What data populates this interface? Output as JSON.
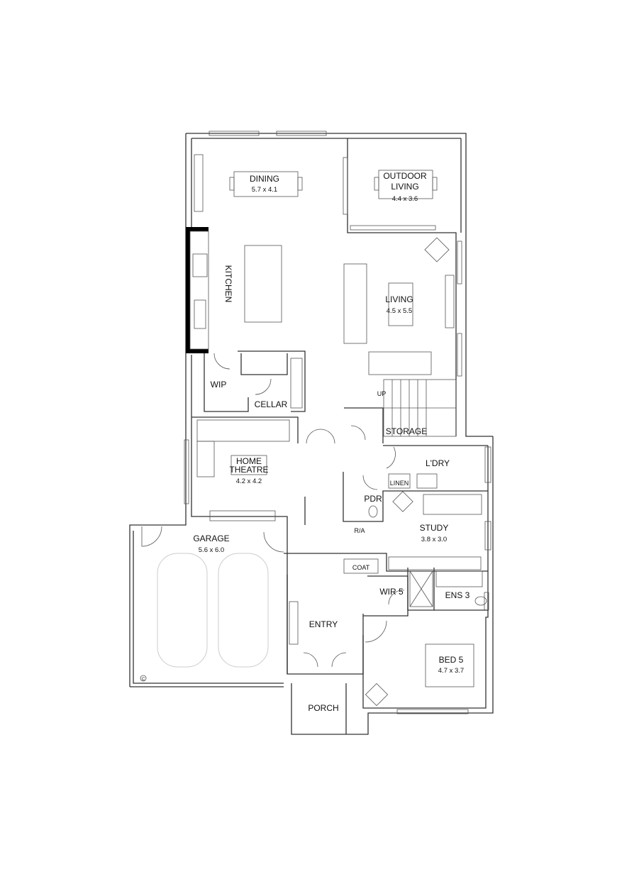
{
  "rooms": {
    "dining": {
      "name": "DINING",
      "size": "5.7 x 4.1"
    },
    "outdoor_living": {
      "name_line1": "OUTDOOR",
      "name_line2": "LIVING",
      "size": "4.4 x 3.6"
    },
    "kitchen": {
      "name": "KITCHEN"
    },
    "living": {
      "name": "LIVING",
      "size": "4.5 x 5.5"
    },
    "wip": {
      "name": "WIP"
    },
    "cellar": {
      "name": "CELLAR"
    },
    "storage": {
      "name": "STORAGE"
    },
    "home_theatre": {
      "name_line1": "HOME",
      "name_line2": "THEATRE",
      "size": "4.2 x 4.2"
    },
    "laundry": {
      "name": "L'DRY"
    },
    "linen": {
      "name": "LINEN"
    },
    "pdr": {
      "name": "PDR"
    },
    "study": {
      "name": "STUDY",
      "size": "3.8 x 3.0"
    },
    "garage": {
      "name": "GARAGE",
      "size": "5.6 x 6.0"
    },
    "coat": {
      "name": "COAT"
    },
    "wir": {
      "name": "WIR 5"
    },
    "ensuite": {
      "name": "ENS 3"
    },
    "entry": {
      "name": "ENTRY"
    },
    "bed": {
      "name": "BED 5",
      "size": "4.7 x 3.7"
    },
    "porch": {
      "name": "PORCH"
    }
  },
  "annotations": {
    "ra": "R/A",
    "up": "UP",
    "copyright": "C"
  }
}
